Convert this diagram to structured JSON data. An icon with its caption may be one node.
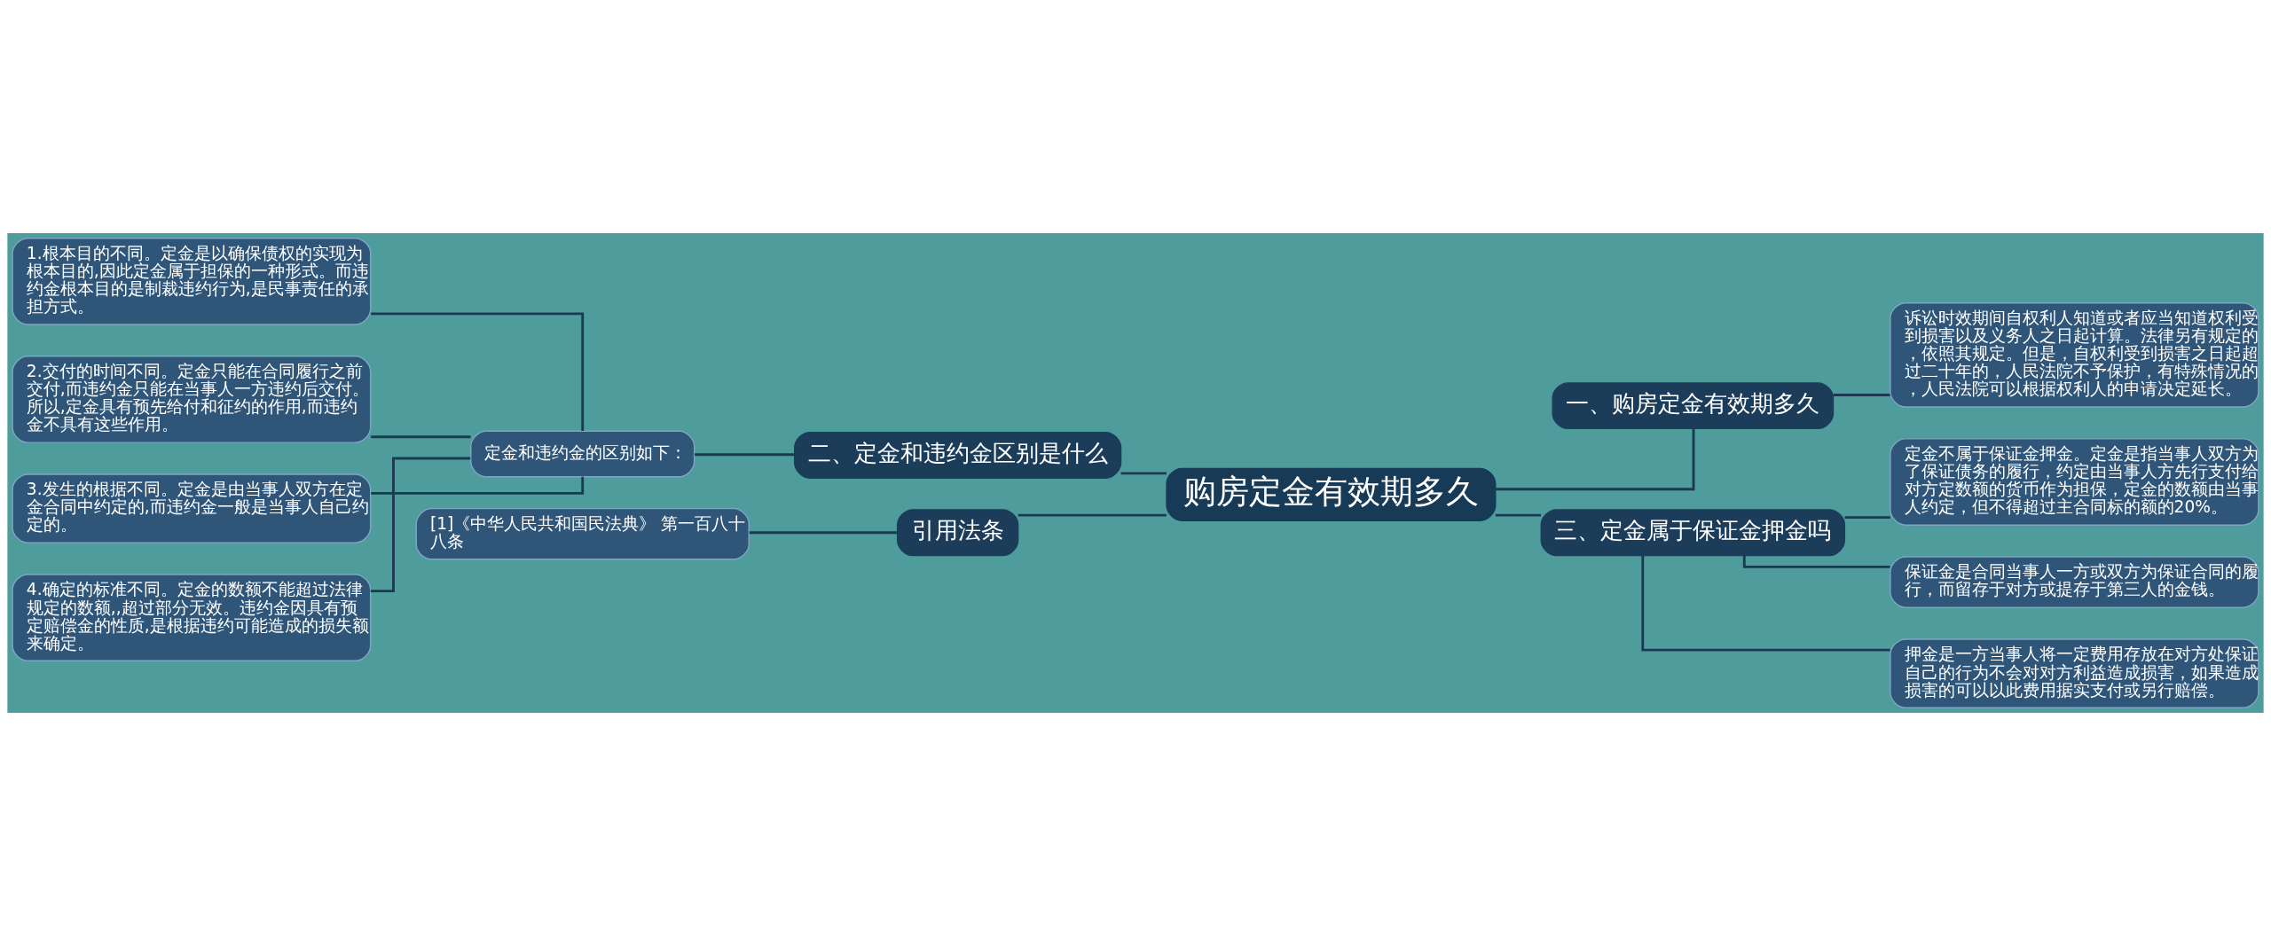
{
  "diagram": {
    "nodes": [
      {
        "text": [
          "购房定金有效期多久"
        ]
      },
      {
        "text": [
          "二、定金和违约金区别是什么"
        ]
      },
      {
        "text": [
          "定金和违约金的区别如下："
        ]
      },
      {
        "text": [
          "1.根本目的不同。定金是以确保债权的实现为根本目的,因此定金属于担保的一种形式。而违约金根本目的是制裁违约行为,是民事责任的承担方式。"
        ]
      },
      {
        "text": [
          "2.交付的时间不同。定金只能在合同履行之前交付,而违约金只能在当事人一方违约后交付。所以,定金具有预先给付和征约的作用,而违约金不具有这些作用。"
        ]
      },
      {
        "text": [
          "3.发生的根据不同。定金是由当事人双方在定金合同中约定的,而违约金一般是当事人自己约定的。"
        ]
      },
      {
        "text": [
          "4.确定的标准不同。定金的数额不能超过法律规定的数额,,超过部分无效。违约金因具有预定赔偿金的性质,是根据违约可能造成的损失额来确定。"
        ]
      },
      {
        "text": [
          "引用法条"
        ]
      },
      {
        "text": [
          "[1]《中华人民共和国民法典》 第一百八十八条"
        ]
      },
      {
        "text": [
          "一、购房定金有效期多久"
        ]
      },
      {
        "text": [
          "诉讼时效期间自权利人知道或者应当知道权利受到损害以及义务人之日起计算。法律另有规定的，依照其规定。但是，自权利受到损害之日起超过二十年的，人民法院不予保护，有特殊情况的，人民法院可以根据权利人的申请决定延长。"
        ]
      },
      {
        "text": [
          "三、定金属于保证金押金吗"
        ]
      },
      {
        "text": [
          "定金不属于保证金押金。定金是指当事人双方为了保证债务的履行，约定由当事人方先行支付给对方定数额的货币作为担保，定金的数额由当事人约定，但不得超过主合同标的额的20%。"
        ]
      },
      {
        "text": [
          "保证金是合同当事人一方或双方为保证合同的履行，而留存于对方或提存于第三人的金钱。"
        ]
      },
      {
        "text": [
          "押金是一方当事人将一定费用存放在对方处保证自己的行为不会对对方利益造成损害，如果造成损害的可以以此费用据实支付或另行赔偿。"
        ]
      }
    ],
    "edges": [
      {
        "from": 1,
        "to": 0,
        "arrow": "none"
      },
      {
        "from": 2,
        "to": 1,
        "arrow": "none"
      },
      {
        "from": 3,
        "to": 2,
        "arrow": "none"
      },
      {
        "from": 4,
        "to": 2,
        "arrow": "none"
      },
      {
        "from": 5,
        "to": 2,
        "arrow": "none"
      },
      {
        "from": 6,
        "to": 2,
        "arrow": "none"
      },
      {
        "from": 7,
        "to": 0,
        "arrow": "none"
      },
      {
        "from": 8,
        "to": 7,
        "arrow": "none"
      },
      {
        "from": 0,
        "to": 9,
        "arrow": "none"
      },
      {
        "from": 9,
        "to": 10,
        "arrow": "none"
      },
      {
        "from": 0,
        "to": 11,
        "arrow": "none"
      },
      {
        "from": 11,
        "to": 12,
        "arrow": "none"
      },
      {
        "from": 11,
        "to": 13,
        "arrow": "none"
      },
      {
        "from": 11,
        "to": 14,
        "arrow": "none"
      }
    ]
  }
}
